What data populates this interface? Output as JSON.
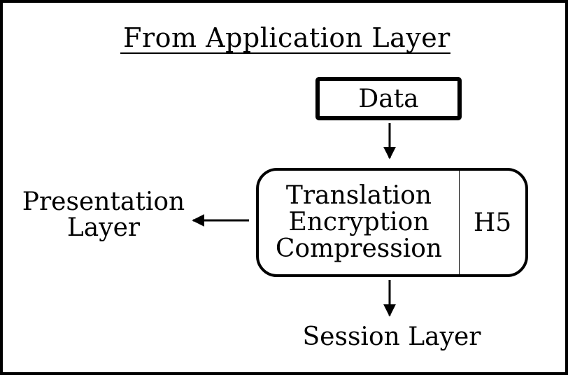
{
  "diagram": {
    "title": "From Application Layer",
    "data_box": "Data",
    "functions": [
      "Translation",
      "Encryption",
      "Compression"
    ],
    "header": "H5",
    "side_label": [
      "Presentation",
      "Layer"
    ],
    "bottom_label": "Session Layer"
  }
}
